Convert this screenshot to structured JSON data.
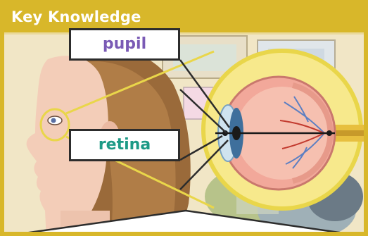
{
  "header": {
    "title": "Key Knowledge"
  },
  "labels": {
    "pupil": "pupil",
    "retina": "retina"
  },
  "colors": {
    "header_bg": "#d8b72a",
    "pupil_text": "#7a5ab5",
    "retina_text": "#1d9a86"
  },
  "icons": [
    "human-head-profile",
    "eye-cross-section"
  ]
}
